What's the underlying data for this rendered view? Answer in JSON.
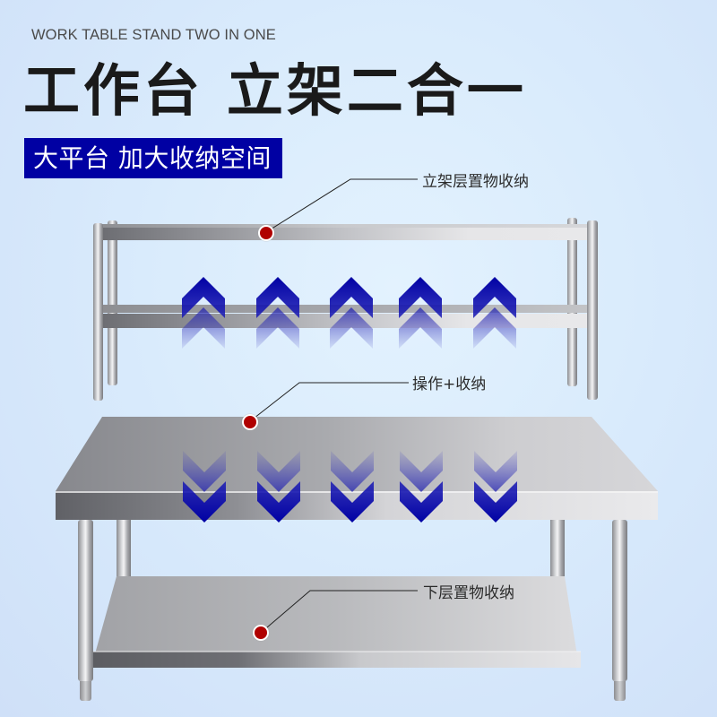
{
  "header": {
    "subtitle_en": "WORK TABLE STAND TWO IN ONE",
    "headline": "工作台 立架二合一",
    "banner": "大平台 加大收纳空间"
  },
  "callouts": [
    {
      "label": "立架层置物收纳",
      "target": "upper-shelf"
    },
    {
      "label": "操作+收纳",
      "target": "table-top"
    },
    {
      "label": "下层置物收纳",
      "target": "bottom-shelf"
    }
  ],
  "arrows": {
    "up_count": 5,
    "down_count": 5,
    "color": "#0000a3"
  },
  "colors": {
    "banner_bg": "#0000a3",
    "marker": "#b00000",
    "background": "#dcecfc"
  }
}
